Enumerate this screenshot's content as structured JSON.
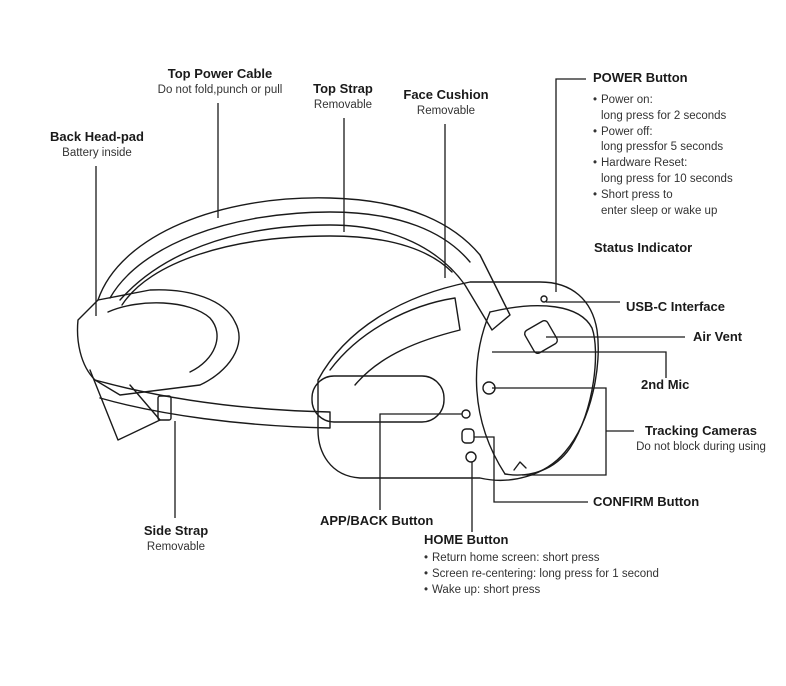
{
  "labels": {
    "top_power_cable": {
      "title": "Top Power Cable",
      "sub": "Do not fold,punch or pull"
    },
    "top_strap": {
      "title": "Top Strap",
      "sub": "Removable"
    },
    "face_cushion": {
      "title": "Face Cushion",
      "sub": "Removable"
    },
    "back_head_pad": {
      "title": "Back Head-pad",
      "sub": "Battery inside"
    },
    "power_button": {
      "title": "POWER Button",
      "items": [
        "Power on:",
        "long press for 2 seconds",
        "Power off:",
        "long pressfor 5 seconds",
        "Hardware Reset:",
        "long press for 10 seconds",
        "Short press to",
        "enter sleep or wake up"
      ]
    },
    "status_indicator": {
      "title": "Status Indicator"
    },
    "usb_c": {
      "title": "USB-C Interface"
    },
    "air_vent": {
      "title": "Air Vent"
    },
    "second_mic": {
      "title": "2nd Mic"
    },
    "tracking_cameras": {
      "title": "Tracking Cameras",
      "sub": "Do not block during using"
    },
    "confirm_button": {
      "title": "CONFIRM Button"
    },
    "app_back_button": {
      "title": "APP/BACK Button"
    },
    "side_strap": {
      "title": "Side Strap",
      "sub": "Removable"
    },
    "home_button": {
      "title": "HOME Button",
      "items": [
        "Return home screen: short press",
        "Screen re-centering: long press for 1 second",
        "Wake up: short press"
      ]
    }
  },
  "colors": {
    "line": "#1a1a1a",
    "background": "#ffffff"
  }
}
